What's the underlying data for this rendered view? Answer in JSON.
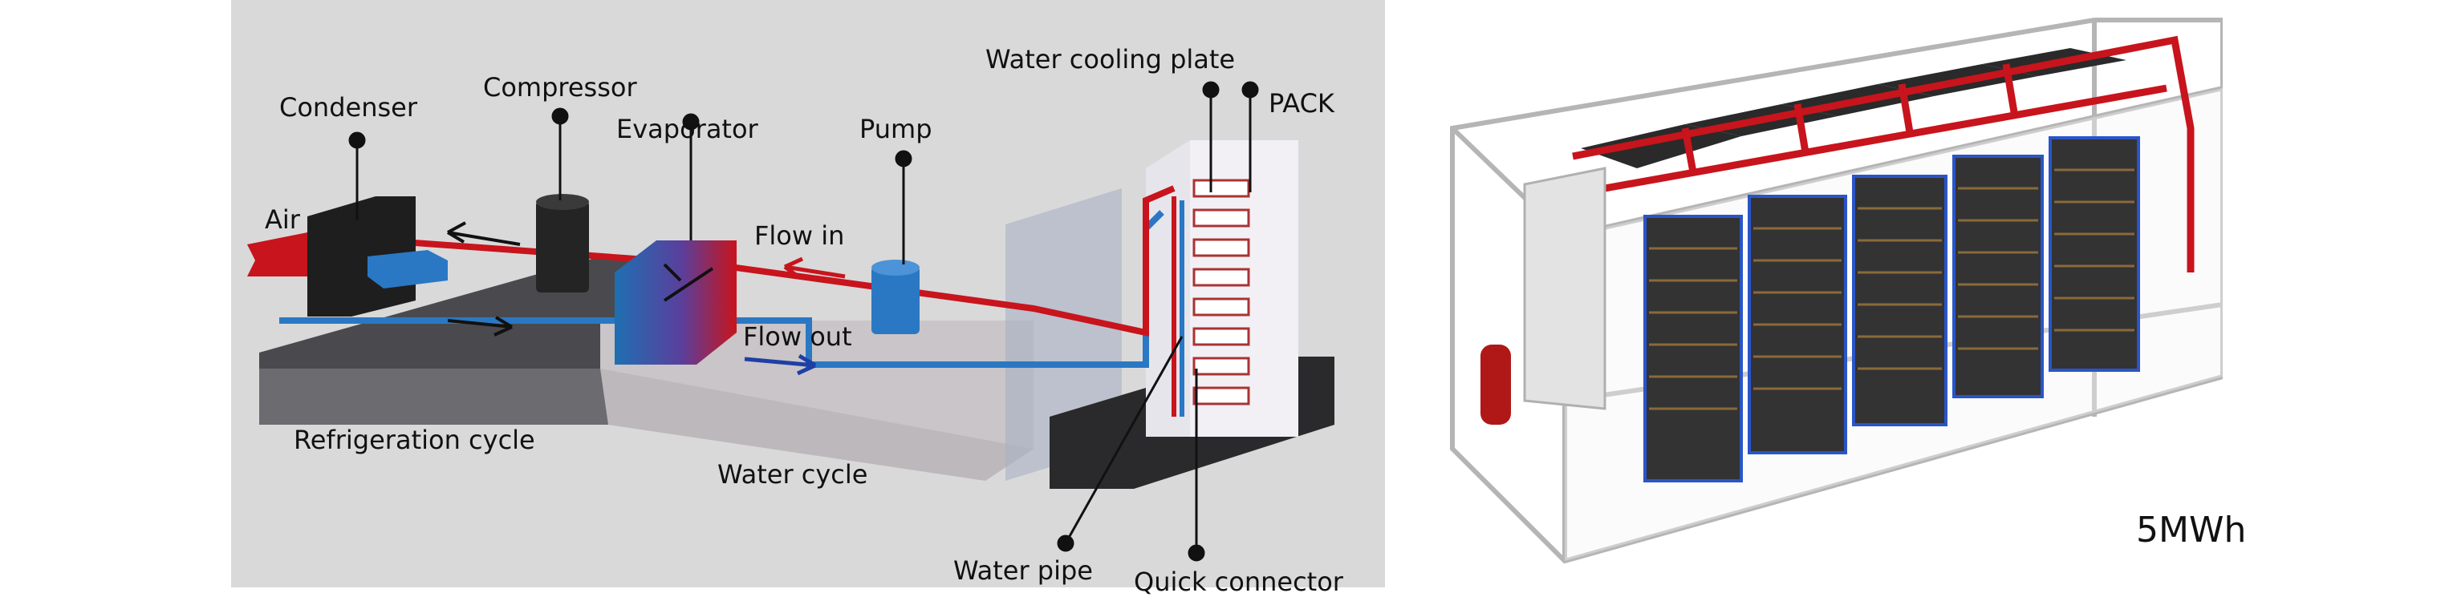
{
  "left_diagram": {
    "labels": {
      "condenser": "Condenser",
      "compressor": "Compressor",
      "evaporator": "Evaporator",
      "pump": "Pump",
      "water_cooling_plate": "Water cooling plate",
      "pack": "PACK",
      "air": "Air",
      "flow_in": "Flow in",
      "flow_out": "Flow out",
      "refrigeration_cycle": "Refrigeration cycle",
      "water_cycle": "Water cycle",
      "water_pipe": "Water pipe",
      "quick_connector": "Quick connector"
    },
    "colors": {
      "hot_line": "#c8141c",
      "cold_line": "#2a78c4",
      "evaporator_blue": "#1f6fb2",
      "panel_bg": "#d9d9d9"
    }
  },
  "right_diagram": {
    "capacity_label": "5MWh",
    "colors": {
      "pipe_red": "#c8141c",
      "pipe_blue": "#2a55c8",
      "module_dark": "#2a2a2a"
    }
  }
}
